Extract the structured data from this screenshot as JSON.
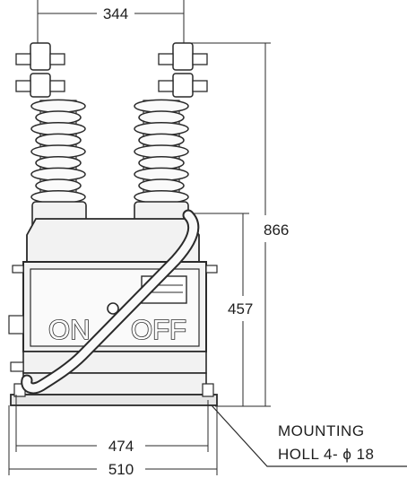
{
  "dimensions": {
    "bushing_spacing": "344",
    "total_height": "866",
    "body_height": "457",
    "mount_spacing": "474",
    "base_width": "510"
  },
  "panel": {
    "on_label": "ON",
    "off_label": "OFF"
  },
  "note": {
    "line1": "MOUNTING",
    "line2": "HOLL 4- ϕ 18"
  },
  "colors": {
    "line": "#2a2a2a",
    "body_fill": "#f2f2f2",
    "background": "#ffffff"
  }
}
